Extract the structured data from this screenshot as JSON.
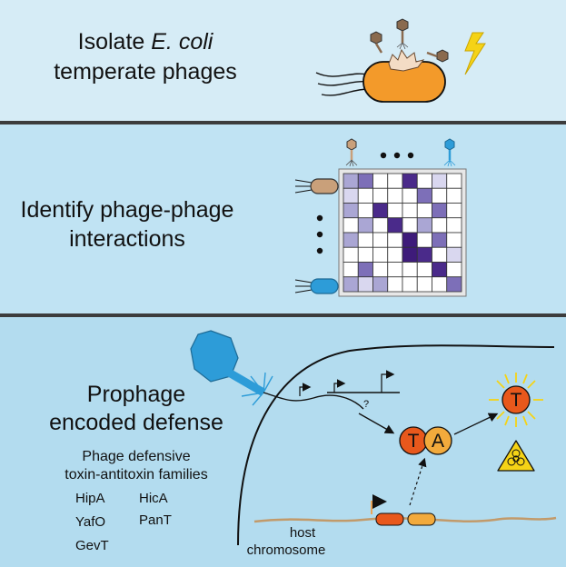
{
  "panel1": {
    "title_prefix": "Isolate ",
    "title_italic": "E. coli",
    "title_line2": "temperate phages"
  },
  "panel2": {
    "title_line1": "Identify phage-phage",
    "title_line2": "interactions"
  },
  "panel3": {
    "title_line1": "Prophage",
    "title_line2": "encoded defense",
    "subtitle_line1": "Phage defensive",
    "subtitle_line2": "toxin-antitoxin families",
    "families": [
      "HipA",
      "HicA",
      "YafO",
      "PanT",
      "GevT"
    ],
    "toxin_letter": "T",
    "antitoxin_letter": "A",
    "question_mark": "?",
    "host_label_line1": "host",
    "host_label_line2": "chromosome"
  },
  "colors": {
    "panel1_bg": "#d6ecf6",
    "panel2_bg": "#c0e3f3",
    "panel3_bg": "#b3dcef",
    "bacterium": "#f39a2a",
    "phage_brown": "#8a6a4e",
    "phage_blue": "#2d9cd8",
    "lightning": "#f5d316",
    "toxin": "#e8581c",
    "antitoxin": "#f2aa3c",
    "matrix_dark": "#3e1b7a",
    "matrix_light": "#aaa6d4"
  },
  "matrix": [
    [
      2,
      3,
      0,
      0,
      4,
      0,
      1,
      0
    ],
    [
      1,
      0,
      0,
      0,
      0,
      3,
      0,
      0
    ],
    [
      2,
      0,
      4,
      0,
      0,
      0,
      3,
      0
    ],
    [
      0,
      2,
      0,
      4,
      0,
      2,
      0,
      0
    ],
    [
      2,
      0,
      0,
      0,
      5,
      0,
      3,
      0
    ],
    [
      0,
      0,
      0,
      0,
      5,
      4,
      0,
      1
    ],
    [
      0,
      3,
      0,
      0,
      0,
      0,
      4,
      0
    ],
    [
      2,
      1,
      2,
      0,
      0,
      0,
      0,
      3
    ]
  ]
}
